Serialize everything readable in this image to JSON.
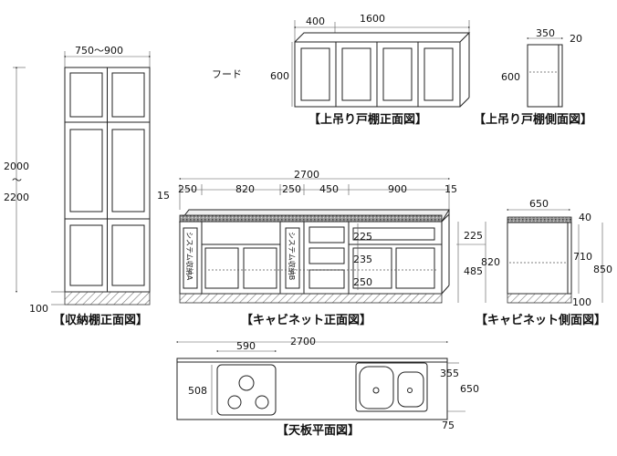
{
  "storage_front": {
    "title": "【収納棚正面図】",
    "width": "750〜900",
    "height_top": "2000",
    "height_sep": "〜",
    "height_bottom": "2200",
    "plinth": "100"
  },
  "wall_front": {
    "title": "【上吊り戸棚正面図】",
    "width": "1600",
    "left_width": "400",
    "height": "600",
    "hood_label": "フード"
  },
  "wall_side": {
    "title": "【上吊り戸棚側面図】",
    "depth": "350",
    "gap": "20",
    "height": "600"
  },
  "cab_front": {
    "title": "【キャビネット正面図】",
    "total": "2700",
    "segments": [
      "250",
      "820",
      "250",
      "450",
      "900"
    ],
    "edge_left": "15",
    "edge_right": "15",
    "drawers": [
      "225",
      "235",
      "250"
    ],
    "right_top": "225",
    "right_bottom": "485",
    "total_height": "820",
    "system_labels": [
      "システム収納A",
      "システム収納B"
    ]
  },
  "cab_side": {
    "title": "【キャビネット側面図】",
    "depth": "650",
    "top": "40",
    "inner": "710",
    "total": "850",
    "plinth": "100"
  },
  "top_plan": {
    "title": "【天板平面図】",
    "total": "2700",
    "hob_width": "590",
    "hob_depth": "508",
    "sink_depth": "355",
    "depth": "650",
    "back": "75"
  }
}
